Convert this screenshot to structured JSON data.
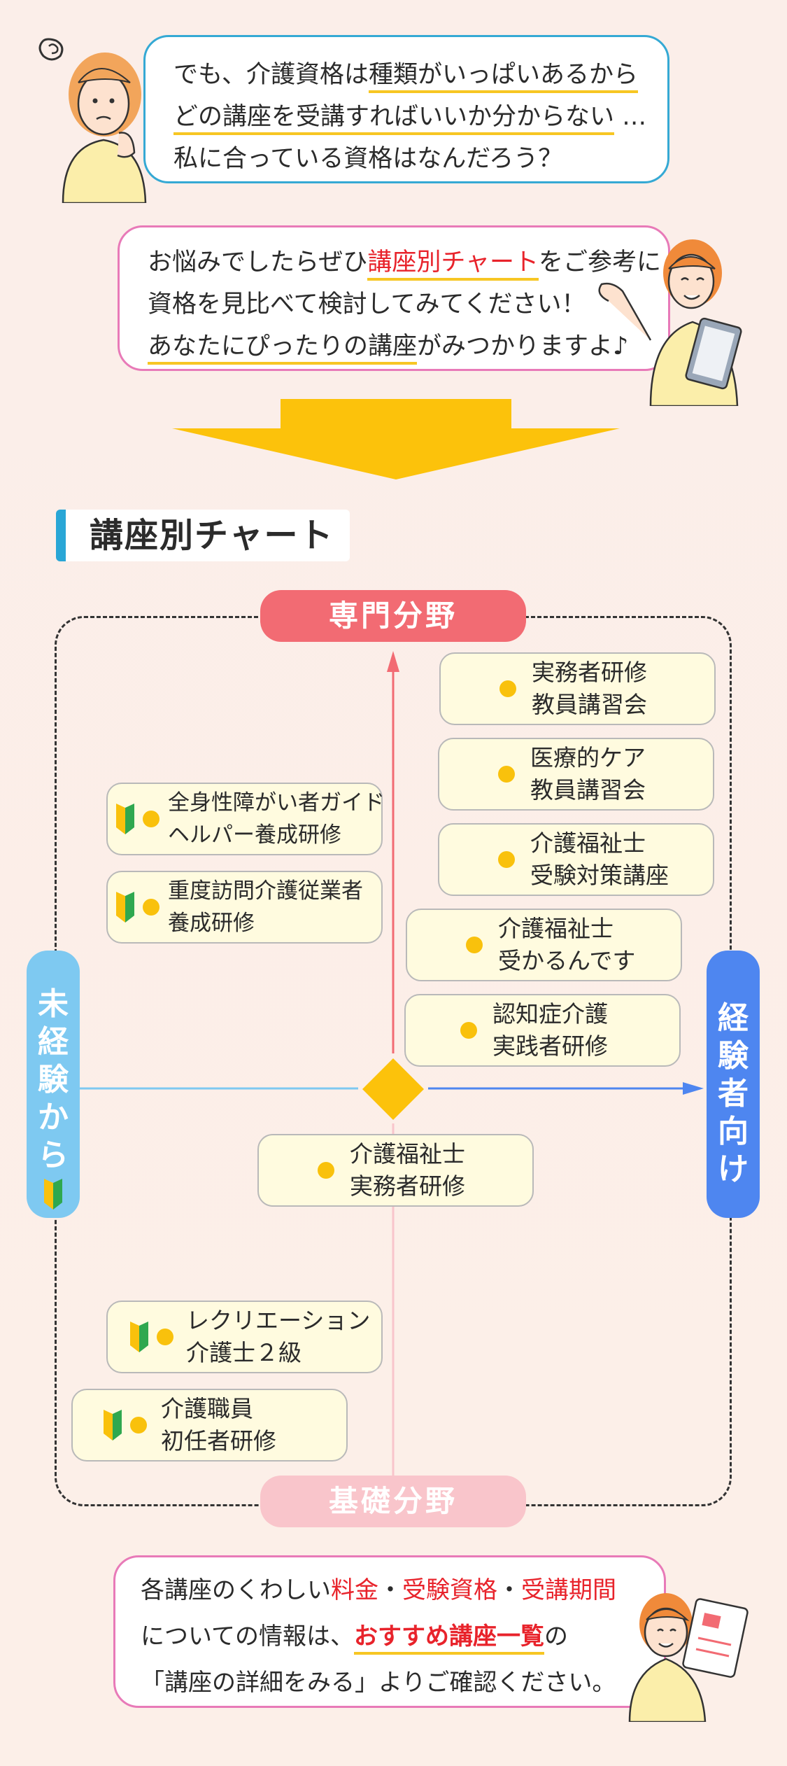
{
  "bubble1": {
    "l1_a": "でも、介護資格は",
    "l1_b": "種類がいっぱいあるから",
    "l2_a": "どの講座を受講すれ",
    "l2_b": "ばいいか分からない",
    "l2_c": " …",
    "l3": "私に合っている資格はなんだろう？"
  },
  "bubble2": {
    "l1_a": "お悩みでしたらぜひ",
    "l1_b": "講座別チャート",
    "l1_c": "をご参考に",
    "l2": "資格を見比べて検討してみてください！",
    "l3_a": "あなたにぴったりの講座",
    "l3_b": "がみつかりますよ♪"
  },
  "chart_title": "講座別チャート",
  "axes": {
    "top": "専門分野",
    "bottom": "基礎分野",
    "left": [
      "未",
      "経",
      "験",
      "か",
      "ら"
    ],
    "right": [
      "経",
      "験",
      "者",
      "向",
      "け"
    ]
  },
  "courses": [
    {
      "line1": "実務者研修",
      "line2": "教員講習会"
    },
    {
      "line1": "医療的ケア",
      "line2": "教員講習会"
    },
    {
      "line1": "介護福祉士",
      "line2": "受験対策講座"
    },
    {
      "line1": "介護福祉士",
      "line2": "受かるんです"
    },
    {
      "line1": "認知症介護",
      "line2": "実践者研修"
    },
    {
      "line1": "全身性障がい者ガイド",
      "line2": "ヘルパー養成研修"
    },
    {
      "line1": "重度訪問介護従業者",
      "line2": "養成研修"
    },
    {
      "line1": "介護福祉士",
      "line2": "実務者研修"
    },
    {
      "line1": "レクリエーション",
      "line2": "介護士２級"
    },
    {
      "line1": "介護職員",
      "line2": "初任者研修"
    }
  ],
  "bottom_bubble": {
    "l1_a": "各講座のくわしい",
    "l1_b": "料金",
    "l1_c": "・",
    "l1_d": "受験資格",
    "l1_e": "・",
    "l1_f": "受講期間",
    "l2_a": "についての情報は、",
    "l2_b": "おすすめ講座一覧",
    "l2_c": "の",
    "l3": "「講座の詳細をみる」よりご確認ください。"
  },
  "colors": {
    "accent_red": "#e8232b",
    "highlight_yellow": "#f7c623",
    "axis_top": "#f26b73",
    "axis_bottom": "#f9c5cb",
    "axis_left": "#7ec9f1",
    "axis_right": "#4e86f0",
    "dot": "#f9c10c"
  }
}
